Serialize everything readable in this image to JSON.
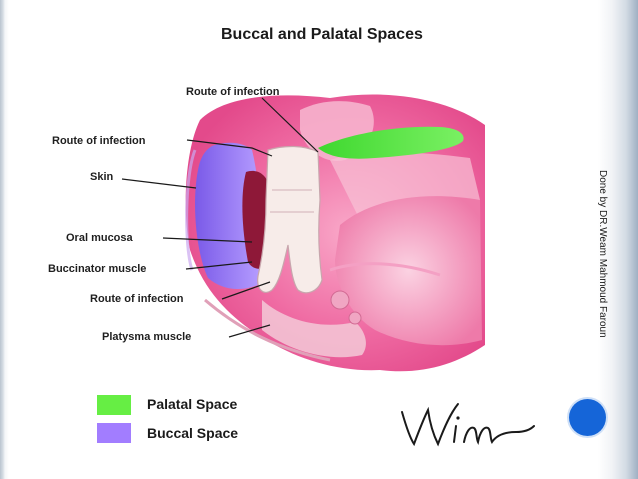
{
  "slide": {
    "title": "Buccal and Palatal Spaces",
    "credit": "Done by DR.Weam Mahmoud Faroun",
    "signature_text": "Winn"
  },
  "labels": {
    "route_top": "Route of infection",
    "route_left": "Route of infection",
    "skin": "Skin",
    "oral_mucosa": "Oral mucosa",
    "buccinator": "Buccinator muscle",
    "route_bottom": "Route of infection",
    "platysma": "Platysma muscle"
  },
  "legend": [
    {
      "label": "Palatal Space",
      "color": "#66ee44"
    },
    {
      "label": "Buccal Space",
      "color": "#a27dff"
    }
  ],
  "colors": {
    "palatal_space": "#5fe84a",
    "buccal_space": "#9c7cf5",
    "soft_tissue": "#f06aa4",
    "bone": "#f7b6cf",
    "nav_dot": "#1565d8"
  }
}
